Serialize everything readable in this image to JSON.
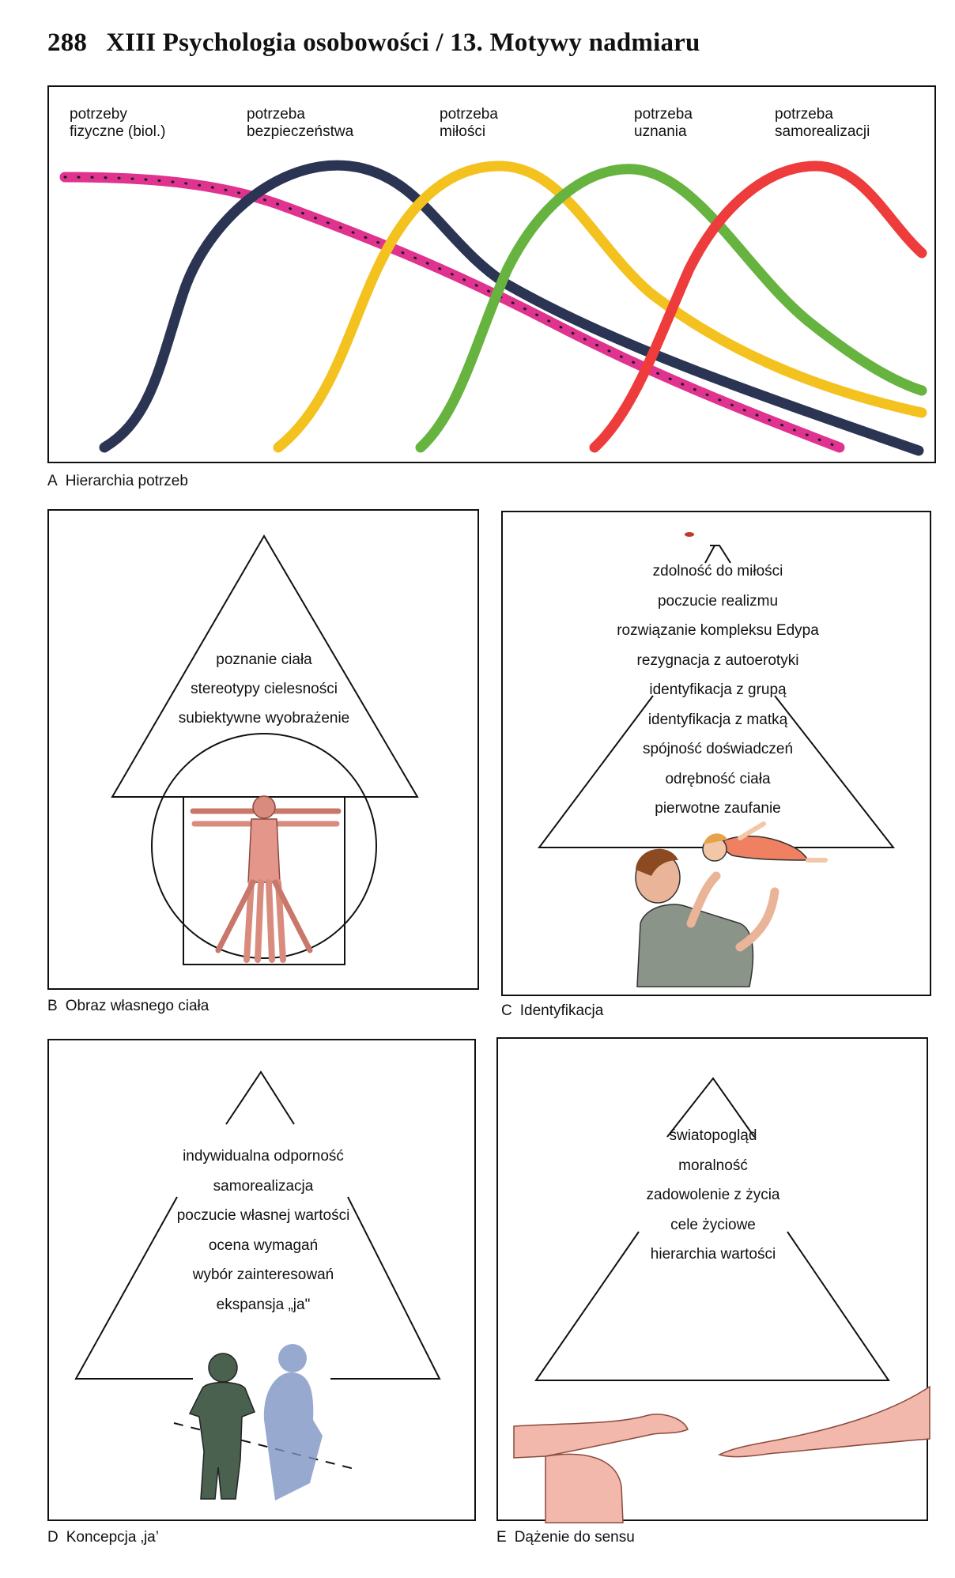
{
  "header": {
    "page_number": "288",
    "title": "XIII Psychologia osobowości / 13. Motywy nadmiaru"
  },
  "panel_a": {
    "caption_letter": "A",
    "caption": "Hierarchia potrzeb",
    "needs": [
      {
        "line1": "potrzeby",
        "line2": "fizyczne (biol.)",
        "color": "#e0338f"
      },
      {
        "line1": "potrzeba",
        "line2": "bezpieczeństwa",
        "color": "#2b3553"
      },
      {
        "line1": "potrzeba",
        "line2": "miłości",
        "color": "#f4c21f"
      },
      {
        "line1": "potrzeba",
        "line2": "uznania",
        "color": "#66b33f"
      },
      {
        "line1": "potrzeba",
        "line2": "samorealizacji",
        "color": "#ee3b3b"
      }
    ]
  },
  "panel_b": {
    "caption_letter": "B",
    "caption": "Obraz własnego ciała",
    "items": [
      "poznanie ciała",
      "stereotypy cielesności",
      "subiektywne wyobrażenie"
    ]
  },
  "panel_c": {
    "caption_letter": "C",
    "caption": "Identyfikacja",
    "items": [
      "zdolność do miłości",
      "poczucie realizmu",
      "rozwiązanie kompleksu Edypa",
      "rezygnacja z autoerotyki",
      "identyfikacja z grupą",
      "identyfikacja z matką",
      "spójność doświadczeń",
      "odrębność ciała",
      "pierwotne zaufanie"
    ]
  },
  "panel_d": {
    "caption_letter": "D",
    "caption": "Koncepcja ‚ja’",
    "items": [
      "indywidualna odporność",
      "samorealizacja",
      "poczucie własnej wartości",
      "ocena wymagań",
      "wybór zainteresowań",
      "ekspansja „ja\""
    ]
  },
  "panel_e": {
    "caption_letter": "E",
    "caption": "Dążenie do sensu",
    "items": [
      "światopogląd",
      "moralność",
      "zadowolenie z życia",
      "cele życiowe",
      "hierarchia wartości"
    ]
  }
}
